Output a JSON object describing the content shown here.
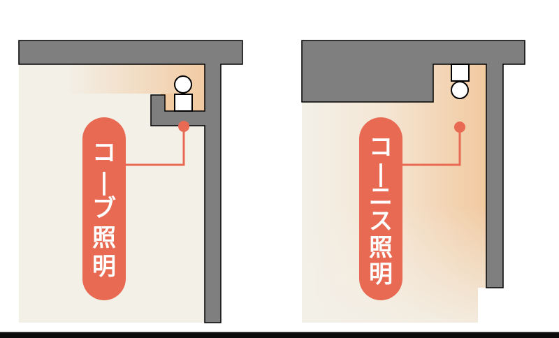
{
  "colors": {
    "wall": "#7f7f7f",
    "wall_outline": "#000000",
    "room_bg": "#f3f0e8",
    "glow": "#f3cfa9",
    "accent": "#e86a53",
    "fixture": "#ffffff",
    "bottom_bar": "#0b0b0b"
  },
  "diagrams": [
    {
      "id": "cove",
      "label": "コーブ照明",
      "label_chars": [
        "コ",
        "ー",
        "ブ",
        "照",
        "明"
      ],
      "description": "Cove lighting: light fixture placed in a recessed ledge near the ceiling, shining upward onto the ceiling",
      "fixture_orientation": "upward"
    },
    {
      "id": "cornice",
      "label": "コーニス照明",
      "label_chars": [
        "コ",
        "ー",
        "ニ",
        "ス",
        "照",
        "明"
      ],
      "description": "Cornice lighting: light fixture mounted in a ceiling recess shining downward onto the wall",
      "fixture_orientation": "downward"
    }
  ]
}
